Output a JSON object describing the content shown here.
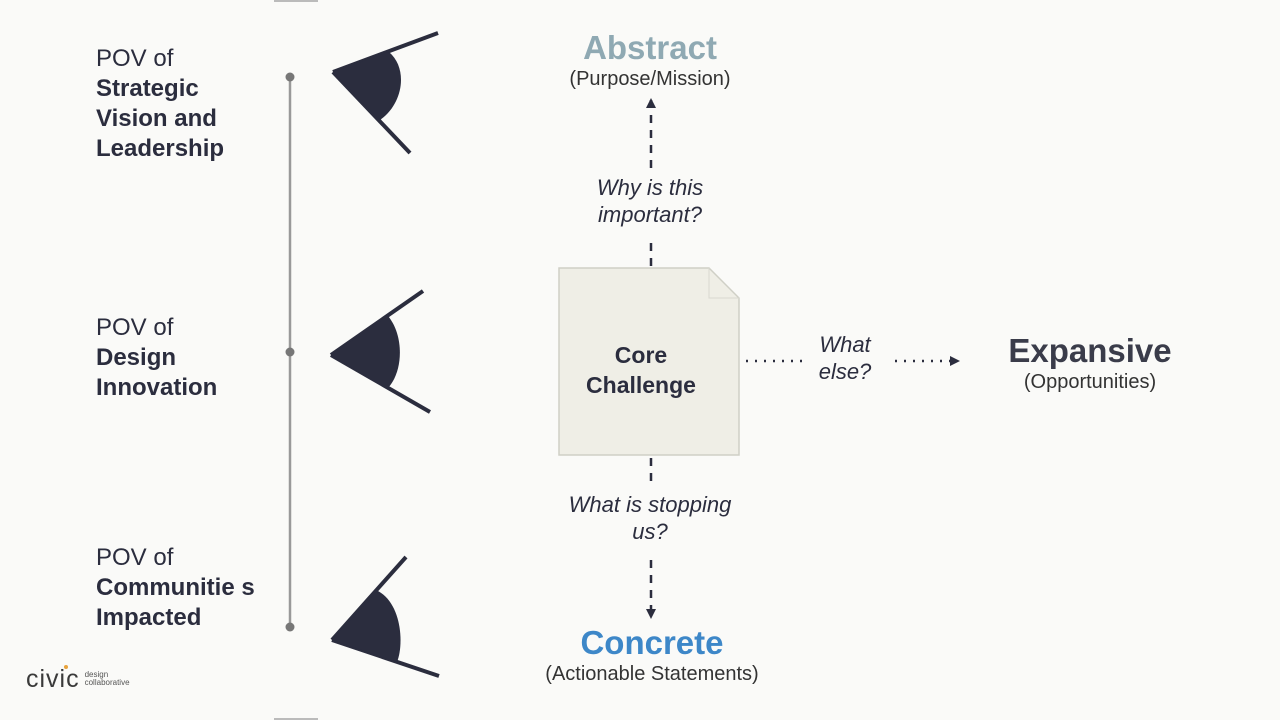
{
  "povs": [
    {
      "prefix": "POV of",
      "name": "Strategic Vision and Leadership"
    },
    {
      "prefix": "POV of",
      "name": "Design Innovation"
    },
    {
      "prefix": "POV of",
      "name": "Communitie s Impacted"
    }
  ],
  "core": {
    "label": "Core Challenge"
  },
  "abstract": {
    "title": "Abstract",
    "subtitle": "(Purpose/Mission)"
  },
  "concrete": {
    "title": "Concrete",
    "subtitle": "(Actionable Statements)"
  },
  "expansive": {
    "title": "Expansive",
    "subtitle": "(Opportunities)"
  },
  "questions": {
    "why": "Why is this important?",
    "stopping": "What is stopping us?",
    "else": "What else?"
  },
  "logo": {
    "word": "civic",
    "small1": "design",
    "small2": "collaborative"
  },
  "colors": {
    "abstract": "#8fa9b3",
    "concrete": "#3d87c8",
    "expansive": "#3a3c4a",
    "eye": "#2b2d3e",
    "core_fill": "#efeee6"
  },
  "icons": [
    "eye-icon",
    "eye-icon",
    "eye-icon"
  ]
}
